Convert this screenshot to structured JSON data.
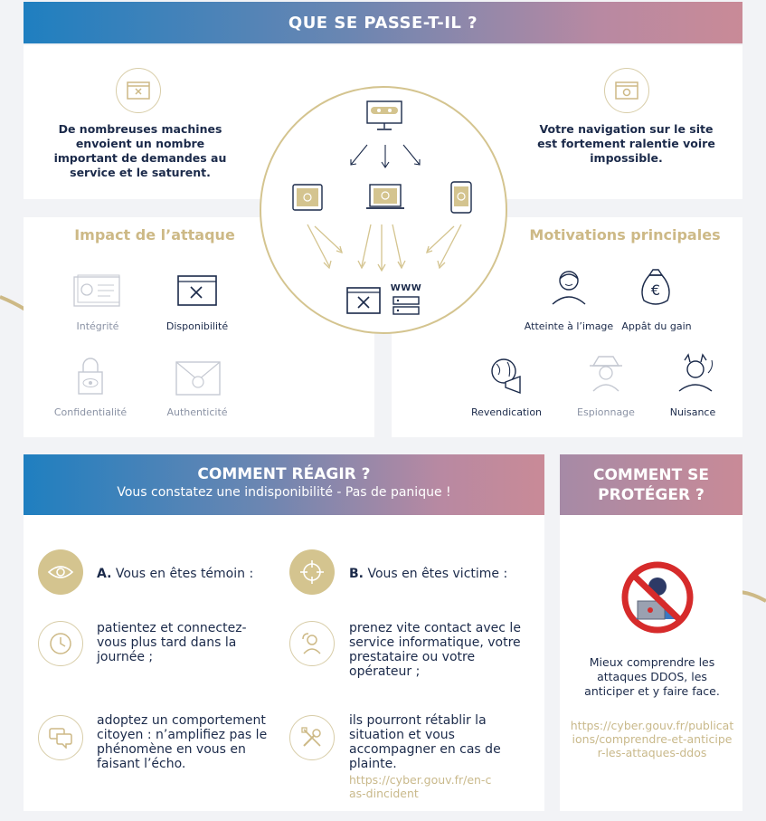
{
  "header": {
    "title": "QUE SE PASSE-T-IL ?"
  },
  "top": {
    "left_text": "De nombreuses machines envoient un nombre important de demandes au service et le saturent.",
    "right_text": "Votre navigation sur le site est fortement ralentie voire impossible."
  },
  "diagram": {
    "www_label": "WWW"
  },
  "impact": {
    "title": "Impact de l’attaque",
    "items": [
      {
        "label": "Intégrité",
        "active": false
      },
      {
        "label": "Disponibilité",
        "active": true
      },
      {
        "label": "Confidentialité",
        "active": false
      },
      {
        "label": "Authenticité",
        "active": false
      }
    ]
  },
  "motivations": {
    "title": "Motivations principales",
    "items": [
      {
        "label": "Atteinte à l’image",
        "active": true
      },
      {
        "label": "Appât du gain",
        "active": true
      },
      {
        "label": "Revendication",
        "active": true
      },
      {
        "label": "Espionnage",
        "active": false
      },
      {
        "label": "Nuisance",
        "active": true
      }
    ]
  },
  "react": {
    "title": "COMMENT RÉAGIR ?",
    "subtitle": "Vous constatez une indisponibilité - Pas de panique !",
    "witness": {
      "letter": "A.",
      "label": "Vous en êtes témoin :"
    },
    "victim": {
      "letter": "B.",
      "label": "Vous en êtes victime :"
    },
    "witness_steps": [
      "patientez et connectez-vous plus tard dans la journée ;",
      "adoptez un comportement citoyen : n’amplifiez pas le phénomène en vous en faisant l’écho."
    ],
    "victim_steps": [
      "prenez vite contact avec le service informatique, votre prestataire ou votre opérateur ;",
      "ils pourront rétablir la situation et vous accompagner en cas de plainte."
    ],
    "victim_link": "https://cyber.gouv.fr/en-cas-dincident"
  },
  "protect": {
    "title": "COMMENT SE PROTÉGER ?",
    "text": "Mieux comprendre les attaques DDOS, les anticiper et y faire face.",
    "link": "https://cyber.gouv.fr/publications/comprendre-et-anticiper-les-attaques-ddos"
  },
  "colors": {
    "gold": "#cdb986",
    "navy": "#1b2a4a",
    "grey": "#9aa1b1",
    "red": "#d62b2b"
  }
}
